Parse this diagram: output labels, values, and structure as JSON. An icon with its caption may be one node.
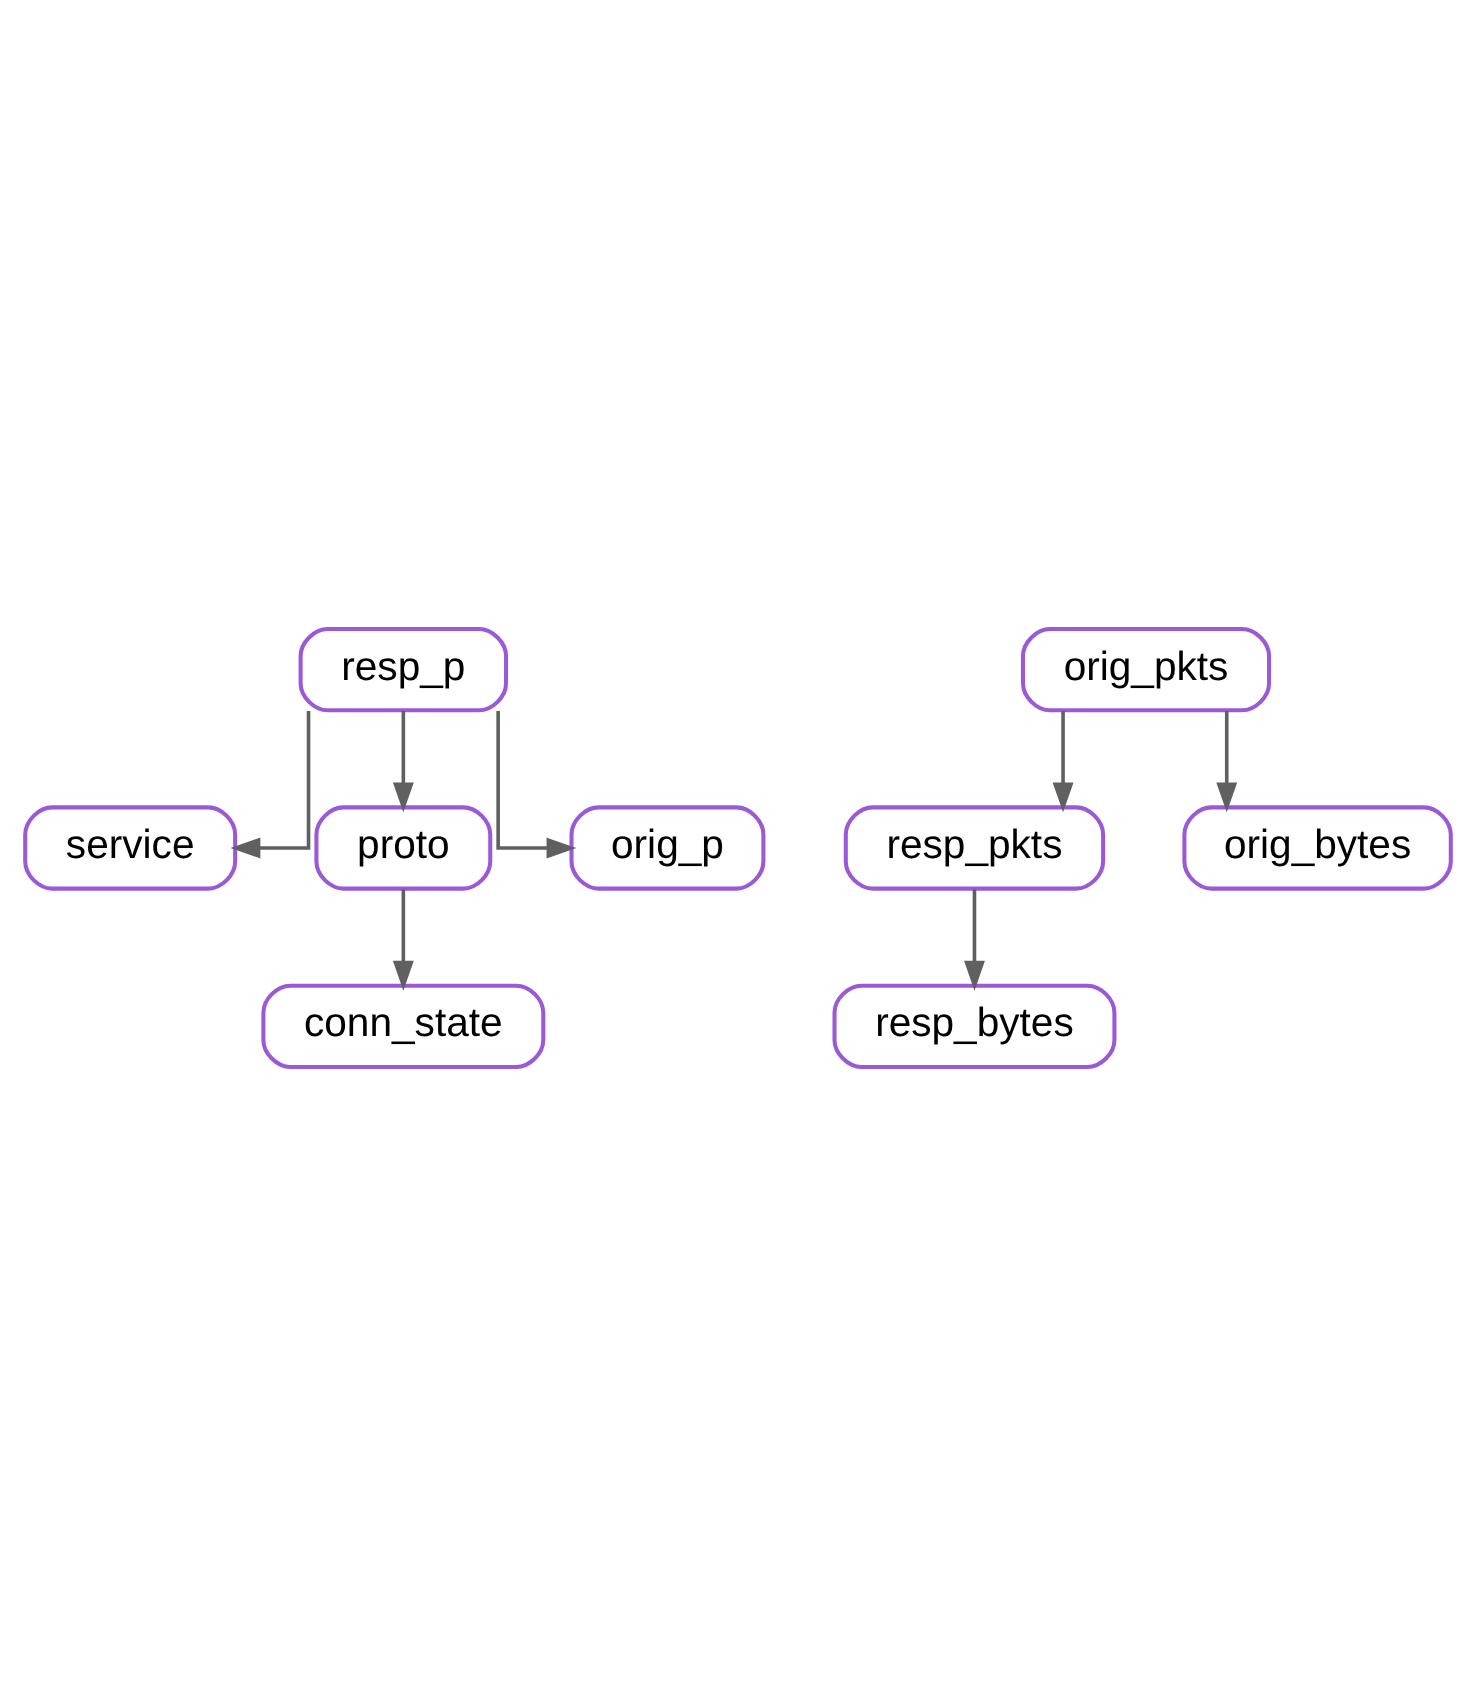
{
  "diagram": {
    "nodes": [
      {
        "text": [
          "resp_p"
        ]
      },
      {
        "text": [
          "service"
        ]
      },
      {
        "text": [
          "proto"
        ]
      },
      {
        "text": [
          "orig_p"
        ]
      },
      {
        "text": [
          "conn_state"
        ]
      },
      {
        "text": [
          "orig_pkts"
        ]
      },
      {
        "text": [
          "resp_pkts"
        ]
      },
      {
        "text": [
          "orig_bytes"
        ]
      },
      {
        "text": [
          "resp_bytes"
        ]
      }
    ],
    "edges": [
      {
        "from": 0,
        "to": 1,
        "arrow": "to"
      },
      {
        "from": 0,
        "to": 2,
        "arrow": "to"
      },
      {
        "from": 0,
        "to": 3,
        "arrow": "to"
      },
      {
        "from": 2,
        "to": 4,
        "arrow": "to"
      },
      {
        "from": 5,
        "to": 6,
        "arrow": "to"
      },
      {
        "from": 5,
        "to": 7,
        "arrow": "to"
      },
      {
        "from": 6,
        "to": 8,
        "arrow": "to"
      }
    ]
  }
}
